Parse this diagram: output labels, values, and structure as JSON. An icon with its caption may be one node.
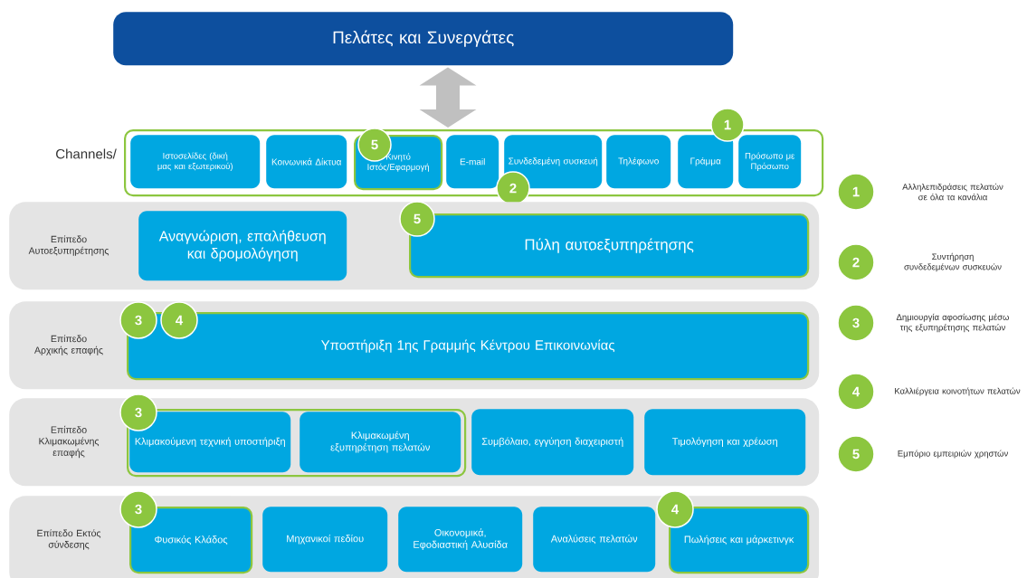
{
  "diagram": {
    "nodes": [
      {
        "text": [
          "Πελάτες και Συνεργάτες"
        ]
      },
      {
        "text": [
          "Channels/"
        ]
      },
      {
        "text": [
          "Ιστοσελίδες (δική μας και εξωτερικού)"
        ],
        "in": 1
      },
      {
        "text": [
          "Κοινωνικά Δίκτυα"
        ],
        "in": 1
      },
      {
        "text": [
          "Κινητό Ιστός/Εφαρμογή"
        ],
        "in": 1
      },
      {
        "text": [
          "E-mail"
        ],
        "in": 1
      },
      {
        "text": [
          "Συνδεδεμένη συσκευή"
        ],
        "in": 1
      },
      {
        "text": [
          "Τηλέφωνο"
        ],
        "in": 1
      },
      {
        "text": [
          "Γράμμα"
        ],
        "in": 1
      },
      {
        "text": [
          "Πρόσωπο με Πρόσωπο"
        ],
        "in": 1
      },
      {
        "text": [
          "5"
        ],
        "in": 1
      },
      {
        "text": [
          "1"
        ]
      },
      {
        "text": [
          "2"
        ]
      },
      {
        "text": [
          "Επίπεδο Αυτοεξυπηρέτησης"
        ]
      },
      {
        "text": [
          "Αναγνώριση, επαλήθευση και δρομολόγηση"
        ],
        "in": 13
      },
      {
        "text": [
          "Πύλη αυτοεξυπηρέτησης"
        ],
        "in": 13
      },
      {
        "text": [
          "5"
        ],
        "in": 13
      },
      {
        "text": [
          "Επίπεδο Αρχικής επαφής"
        ]
      },
      {
        "text": [
          "Υποστήριξη 1ης Γραμμής Κέντρου Επικοινωνίας"
        ],
        "in": 17
      },
      {
        "text": [
          "3"
        ],
        "in": 17
      },
      {
        "text": [
          "4"
        ],
        "in": 17
      },
      {
        "text": [
          "Επίπεδο Κλιμακωμένης επαφής"
        ]
      },
      {
        "text": [],
        "shape": "box",
        "in": 21
      },
      {
        "text": [
          "Κλιμακούμενη τεχνική υποστήριξη"
        ],
        "in": 22
      },
      {
        "text": [
          "Κλιμακωμένη εξυπηρέτηση πελατών"
        ],
        "in": 22
      },
      {
        "text": [
          "Συμβόλαιο, εγγύηση διαχειριστή"
        ],
        "in": 21
      },
      {
        "text": [
          "Τιμολόγηση και χρέωση"
        ],
        "in": 21
      },
      {
        "text": [
          "3"
        ],
        "in": 21
      },
      {
        "text": [
          "Επίπεδο Εκτός σύνδεσης"
        ]
      },
      {
        "text": [
          "Φυσικός Κλάδος"
        ],
        "in": 28
      },
      {
        "text": [
          "Μηχανικοί πεδίου"
        ],
        "in": 28
      },
      {
        "text": [
          "Οικονομικά, Εφοδιαστική Αλυσίδα"
        ],
        "in": 28
      },
      {
        "text": [
          "Αναλύσεις πελατών"
        ],
        "in": 28
      },
      {
        "text": [
          "Πωλήσεις και μάρκετινγκ"
        ],
        "in": 28
      },
      {
        "text": [
          "3"
        ],
        "in": 28
      },
      {
        "text": [
          "4"
        ],
        "in": 28
      },
      {
        "text": [
          "1"
        ],
        "beside": [
          "Αλληλεπιδράσεις πελατών σε όλα τα κανάλια"
        ]
      },
      {
        "text": [
          "2"
        ],
        "beside": [
          "Συντήρηση συνδεδεμένων συσκευών"
        ]
      },
      {
        "text": [
          "3"
        ],
        "beside": [
          "Δημιουργία αφοσίωσης μέσω της εξυπηρέτησης πελατών"
        ]
      },
      {
        "text": [
          "4"
        ],
        "beside": [
          "Καλλιέργεια κοινοτήτων πελατών"
        ]
      },
      {
        "text": [
          "5"
        ],
        "beside": [
          "Εμπόριο εμπειριών χρηστών"
        ]
      }
    ],
    "edges": [
      {
        "from": 0,
        "to": 1,
        "arrow": "both"
      }
    ]
  }
}
